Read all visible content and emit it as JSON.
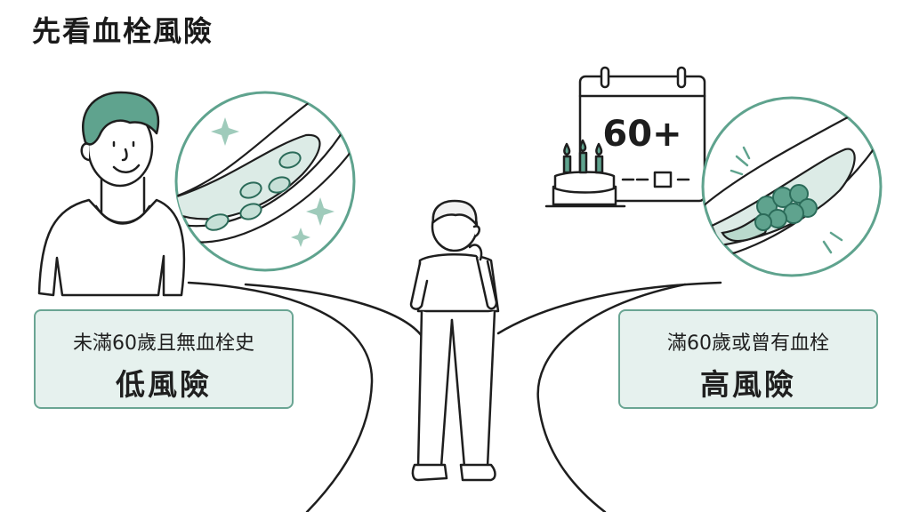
{
  "title": "先看血栓風險",
  "calendar": {
    "age_label": "60+"
  },
  "low_risk": {
    "condition": "未滿60歲且無血栓史",
    "level": "低風險"
  },
  "high_risk": {
    "condition": "滿60歲或曾有血栓",
    "level": "高風險"
  },
  "colors": {
    "accent": "#5fa38e",
    "accent_light": "#dcebe6",
    "box_fill": "#e6f1ee",
    "box_border": "#6aa593",
    "line": "#1e1e1e"
  },
  "icons": [
    "sparkle-icon",
    "cake-icon",
    "candle-icon",
    "calendar-icon",
    "clot-icon",
    "blood-cell-icon"
  ]
}
